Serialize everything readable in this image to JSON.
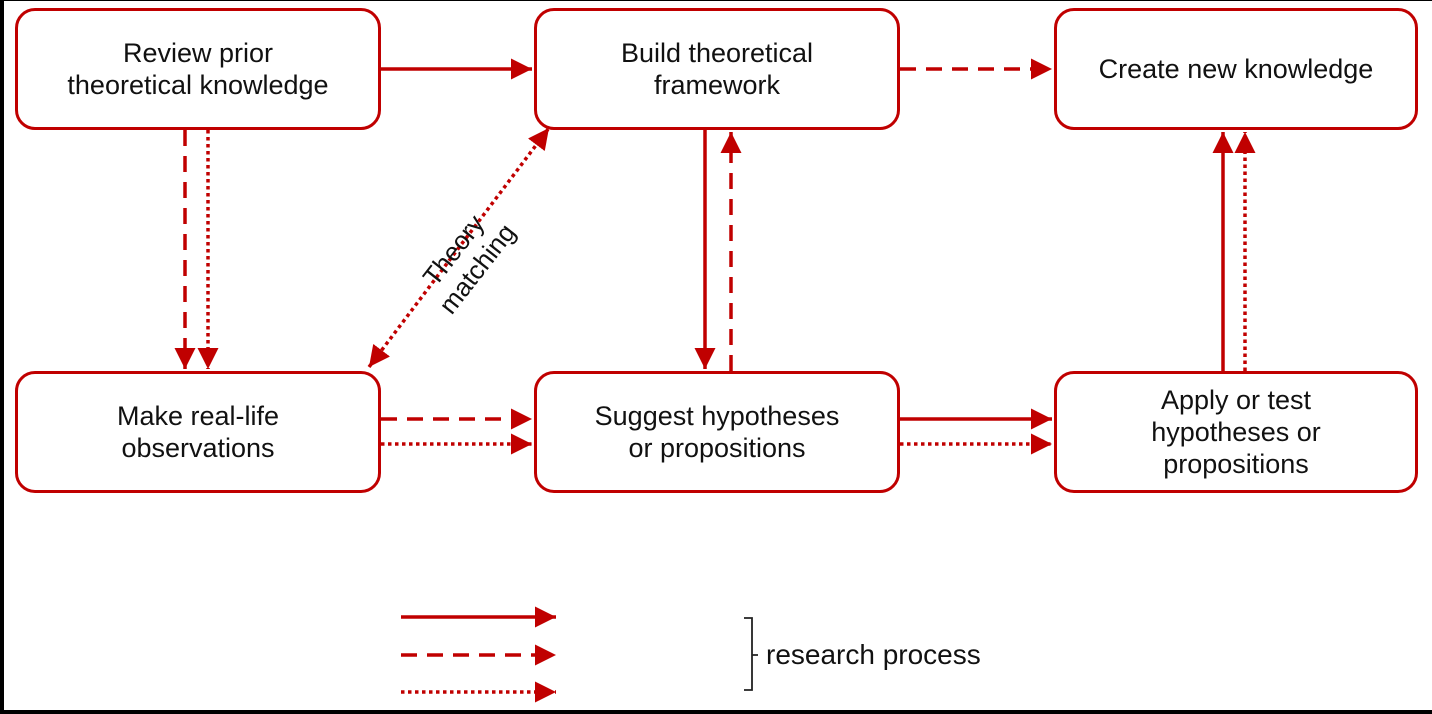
{
  "colors": {
    "accent": "#c00000",
    "text": "#111111",
    "frame": "#000000",
    "background": "#ffffff"
  },
  "nodes": [
    {
      "id": "review",
      "label": "Review prior\ntheoretical knowledge"
    },
    {
      "id": "build",
      "label": "Build theoretical\nframework"
    },
    {
      "id": "create",
      "label": "Create new knowledge"
    },
    {
      "id": "observe",
      "label": "Make real-life\nobservations"
    },
    {
      "id": "suggest",
      "label": "Suggest hypotheses\nor propositions"
    },
    {
      "id": "apply",
      "label": "Apply or test\nhypotheses or\npropositions"
    }
  ],
  "edges": [
    {
      "from": "review",
      "to": "build",
      "style": "solid"
    },
    {
      "from": "build",
      "to": "create",
      "style": "dashed"
    },
    {
      "from": "review",
      "to": "observe",
      "style": "dashed"
    },
    {
      "from": "review",
      "to": "observe",
      "style": "dotted"
    },
    {
      "from": "build",
      "to": "suggest",
      "style": "solid"
    },
    {
      "from": "suggest",
      "to": "build",
      "style": "dashed"
    },
    {
      "from": "observe",
      "to": "build",
      "style": "dotted",
      "bidirectional": true
    },
    {
      "from": "observe",
      "to": "suggest",
      "style": "dashed"
    },
    {
      "from": "observe",
      "to": "suggest",
      "style": "dotted"
    },
    {
      "from": "suggest",
      "to": "apply",
      "style": "solid"
    },
    {
      "from": "suggest",
      "to": "apply",
      "style": "dotted"
    },
    {
      "from": "apply",
      "to": "create",
      "style": "solid"
    },
    {
      "from": "apply",
      "to": "create",
      "style": "dotted"
    }
  ],
  "edge_label": "Theory\nmatching",
  "legend": {
    "entries": [
      {
        "style": "solid",
        "label": ""
      },
      {
        "style": "dashed",
        "label": ""
      },
      {
        "style": "dotted",
        "label": ""
      }
    ],
    "group_label": "research process"
  }
}
